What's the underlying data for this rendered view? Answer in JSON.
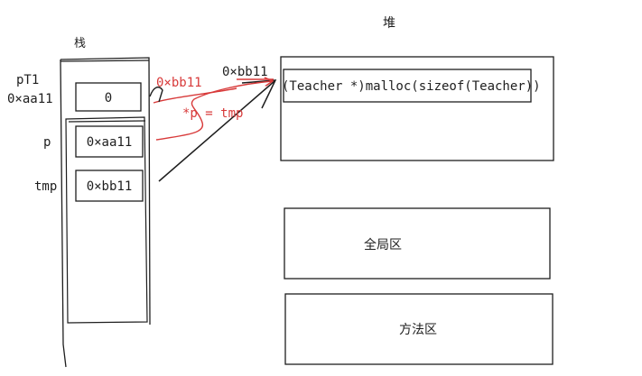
{
  "stack": {
    "title": "栈",
    "labels": {
      "pt1": "pT1",
      "pt1_addr": "0×aa11",
      "p": "p",
      "tmp": "tmp"
    },
    "cells": {
      "pt1": "0",
      "p": "0×aa11",
      "tmp": "0×bb11"
    }
  },
  "heap": {
    "title": "堆",
    "address": "0×bb11",
    "expression": "(Teacher *)malloc(sizeof(Teacher))"
  },
  "global_area": {
    "label": "全局区"
  },
  "method_area": {
    "label": "方法区"
  },
  "annotations": {
    "red_address": "0×bb11",
    "assignment": "*p = tmp",
    "red_color": "#d83a3a",
    "ink_color": "#1e1e1e"
  }
}
